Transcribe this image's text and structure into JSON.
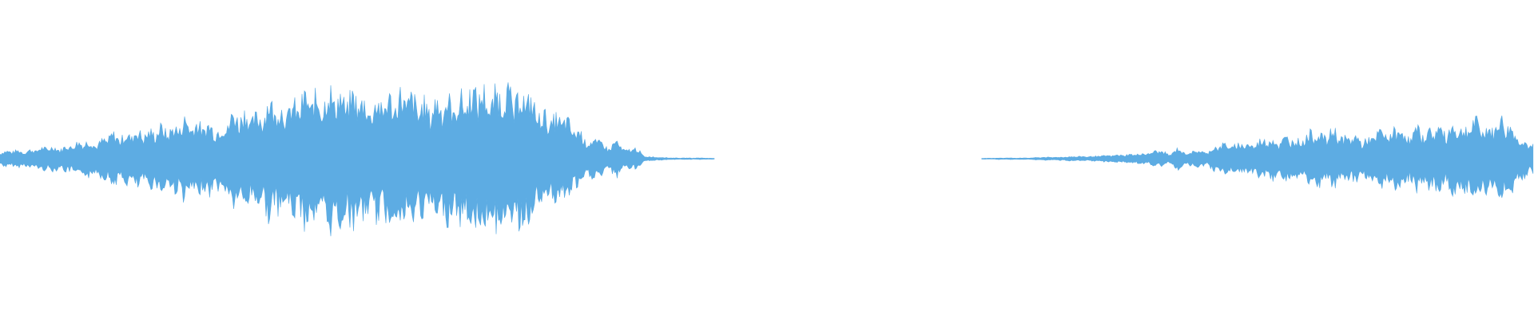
{
  "waveform": {
    "color": "#5DACE3",
    "background": "#ffffff",
    "segments": [
      {
        "name": "segment-left",
        "envelope": [
          [
            0.0,
            0.09
          ],
          [
            0.008,
            0.11
          ],
          [
            0.016,
            0.1
          ],
          [
            0.024,
            0.13
          ],
          [
            0.032,
            0.16
          ],
          [
            0.04,
            0.14
          ],
          [
            0.048,
            0.2
          ],
          [
            0.056,
            0.24
          ],
          [
            0.064,
            0.2
          ],
          [
            0.072,
            0.33
          ],
          [
            0.08,
            0.3
          ],
          [
            0.088,
            0.37
          ],
          [
            0.096,
            0.34
          ],
          [
            0.104,
            0.42
          ],
          [
            0.112,
            0.39
          ],
          [
            0.12,
            0.52
          ],
          [
            0.128,
            0.47
          ],
          [
            0.136,
            0.45
          ],
          [
            0.144,
            0.4
          ],
          [
            0.152,
            0.6
          ],
          [
            0.16,
            0.62
          ],
          [
            0.168,
            0.55
          ],
          [
            0.176,
            0.78
          ],
          [
            0.184,
            0.66
          ],
          [
            0.192,
            0.72
          ],
          [
            0.2,
            0.85
          ],
          [
            0.208,
            0.8
          ],
          [
            0.216,
            0.93
          ],
          [
            0.224,
            0.8
          ],
          [
            0.232,
            0.86
          ],
          [
            0.24,
            0.72
          ],
          [
            0.248,
            0.78
          ],
          [
            0.256,
            0.82
          ],
          [
            0.264,
            0.88
          ],
          [
            0.272,
            0.76
          ],
          [
            0.28,
            0.7
          ],
          [
            0.288,
            0.82
          ],
          [
            0.296,
            0.74
          ],
          [
            0.304,
            0.86
          ],
          [
            0.312,
            0.95
          ],
          [
            0.32,
            0.8
          ],
          [
            0.328,
            0.97
          ],
          [
            0.336,
            0.8
          ],
          [
            0.342,
            0.92
          ],
          [
            0.348,
            0.72
          ],
          [
            0.354,
            0.6
          ],
          [
            0.36,
            0.52
          ],
          [
            0.366,
            0.58
          ],
          [
            0.372,
            0.45
          ],
          [
            0.378,
            0.36
          ],
          [
            0.384,
            0.22
          ],
          [
            0.39,
            0.27
          ],
          [
            0.396,
            0.14
          ],
          [
            0.402,
            0.24
          ],
          [
            0.408,
            0.1
          ],
          [
            0.414,
            0.16
          ],
          [
            0.42,
            0.03
          ],
          [
            0.43,
            0.02
          ],
          [
            0.44,
            0.01
          ],
          [
            0.45,
            0.01
          ],
          [
            0.46,
            0.01
          ],
          [
            0.466,
            0.0
          ]
        ]
      },
      {
        "name": "segment-right",
        "envelope": [
          [
            0.64,
            0.0
          ],
          [
            0.65,
            0.01
          ],
          [
            0.66,
            0.01
          ],
          [
            0.67,
            0.01
          ],
          [
            0.68,
            0.02
          ],
          [
            0.69,
            0.02
          ],
          [
            0.7,
            0.03
          ],
          [
            0.71,
            0.03
          ],
          [
            0.72,
            0.04
          ],
          [
            0.73,
            0.05
          ],
          [
            0.74,
            0.06
          ],
          [
            0.75,
            0.08
          ],
          [
            0.756,
            0.12
          ],
          [
            0.762,
            0.05
          ],
          [
            0.768,
            0.14
          ],
          [
            0.774,
            0.07
          ],
          [
            0.78,
            0.12
          ],
          [
            0.786,
            0.08
          ],
          [
            0.792,
            0.16
          ],
          [
            0.798,
            0.2
          ],
          [
            0.804,
            0.17
          ],
          [
            0.81,
            0.22
          ],
          [
            0.816,
            0.18
          ],
          [
            0.822,
            0.25
          ],
          [
            0.828,
            0.28
          ],
          [
            0.834,
            0.22
          ],
          [
            0.84,
            0.3
          ],
          [
            0.846,
            0.24
          ],
          [
            0.852,
            0.32
          ],
          [
            0.858,
            0.38
          ],
          [
            0.864,
            0.3
          ],
          [
            0.87,
            0.4
          ],
          [
            0.876,
            0.26
          ],
          [
            0.882,
            0.32
          ],
          [
            0.888,
            0.24
          ],
          [
            0.894,
            0.28
          ],
          [
            0.9,
            0.38
          ],
          [
            0.906,
            0.33
          ],
          [
            0.912,
            0.42
          ],
          [
            0.918,
            0.3
          ],
          [
            0.924,
            0.4
          ],
          [
            0.93,
            0.34
          ],
          [
            0.936,
            0.44
          ],
          [
            0.942,
            0.36
          ],
          [
            0.948,
            0.46
          ],
          [
            0.954,
            0.38
          ],
          [
            0.96,
            0.52
          ],
          [
            0.966,
            0.44
          ],
          [
            0.972,
            0.4
          ],
          [
            0.978,
            0.54
          ],
          [
            0.984,
            0.44
          ],
          [
            0.99,
            0.3
          ],
          [
            0.996,
            0.2
          ],
          [
            1.0,
            0.18
          ]
        ]
      }
    ]
  }
}
